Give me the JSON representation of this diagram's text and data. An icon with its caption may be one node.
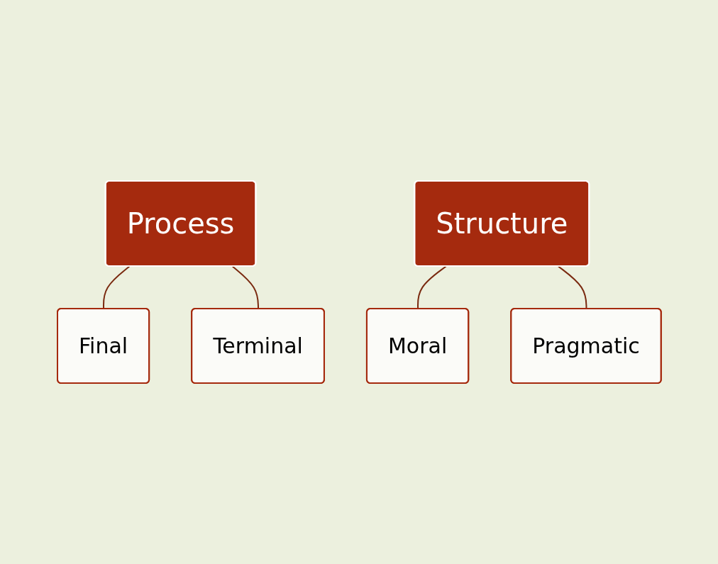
{
  "diagram": {
    "nodes": [
      {
        "text": [
          "Process"
        ]
      },
      {
        "text": [
          "Final"
        ]
      },
      {
        "text": [
          "Terminal"
        ]
      },
      {
        "text": [
          "Structure"
        ]
      },
      {
        "text": [
          "Moral"
        ]
      },
      {
        "text": [
          "Pragmatic"
        ]
      }
    ],
    "edges": [
      {
        "from": 0,
        "to": 1,
        "arrow": "none"
      },
      {
        "from": 0,
        "to": 2,
        "arrow": "none"
      },
      {
        "from": 3,
        "to": 4,
        "arrow": "none"
      },
      {
        "from": 3,
        "to": 5,
        "arrow": "none"
      }
    ]
  }
}
